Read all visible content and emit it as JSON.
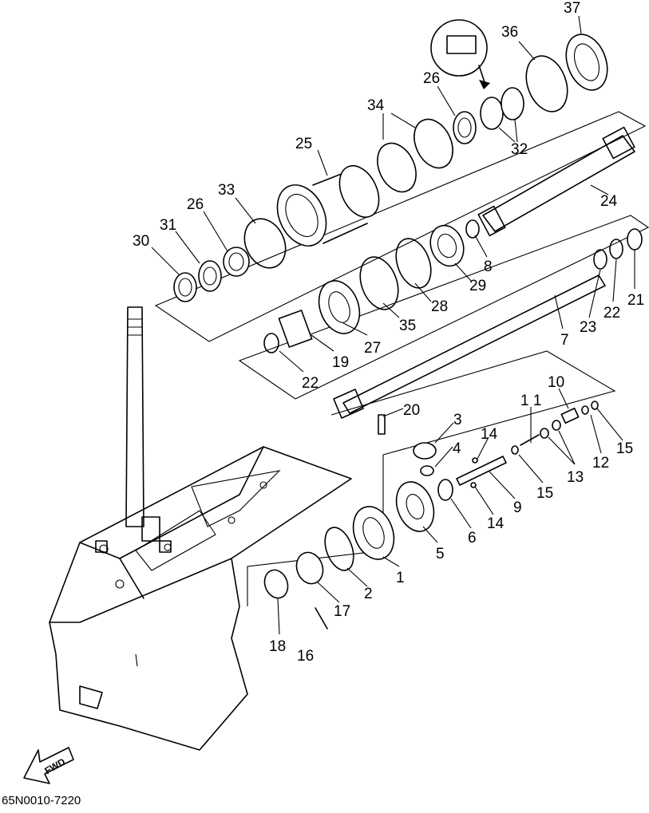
{
  "diagram": {
    "part_code": "65N0010-7220",
    "direction_label": "FWD",
    "callouts": [
      {
        "id": "c37",
        "text": "37"
      },
      {
        "id": "c36",
        "text": "36"
      },
      {
        "id": "c26a",
        "text": "26"
      },
      {
        "id": "c34",
        "text": "34"
      },
      {
        "id": "c32",
        "text": "32"
      },
      {
        "id": "c25",
        "text": "25"
      },
      {
        "id": "c24",
        "text": "24"
      },
      {
        "id": "c33",
        "text": "33"
      },
      {
        "id": "c26b",
        "text": "26"
      },
      {
        "id": "c31",
        "text": "31"
      },
      {
        "id": "c30",
        "text": "30"
      },
      {
        "id": "c8",
        "text": "8"
      },
      {
        "id": "c29",
        "text": "29"
      },
      {
        "id": "c28",
        "text": "28"
      },
      {
        "id": "c35",
        "text": "35"
      },
      {
        "id": "c27",
        "text": "27"
      },
      {
        "id": "c19",
        "text": "19"
      },
      {
        "id": "c22a",
        "text": "22"
      },
      {
        "id": "c21",
        "text": "21"
      },
      {
        "id": "c22b",
        "text": "22"
      },
      {
        "id": "c23",
        "text": "23"
      },
      {
        "id": "c7",
        "text": "7"
      },
      {
        "id": "c20",
        "text": "20"
      },
      {
        "id": "c10",
        "text": "10"
      },
      {
        "id": "c11",
        "text": "1 1"
      },
      {
        "id": "c3",
        "text": "3"
      },
      {
        "id": "c14a",
        "text": "14"
      },
      {
        "id": "c4",
        "text": "4"
      },
      {
        "id": "c12",
        "text": "12"
      },
      {
        "id": "c15a",
        "text": "15"
      },
      {
        "id": "c13",
        "text": "13"
      },
      {
        "id": "c15b",
        "text": "15"
      },
      {
        "id": "c9",
        "text": "9"
      },
      {
        "id": "c14b",
        "text": "14"
      },
      {
        "id": "c6",
        "text": "6"
      },
      {
        "id": "c5",
        "text": "5"
      },
      {
        "id": "c1",
        "text": "1"
      },
      {
        "id": "c2",
        "text": "2"
      },
      {
        "id": "c17",
        "text": "17"
      },
      {
        "id": "c18",
        "text": "18"
      },
      {
        "id": "c16",
        "text": "16"
      }
    ]
  }
}
